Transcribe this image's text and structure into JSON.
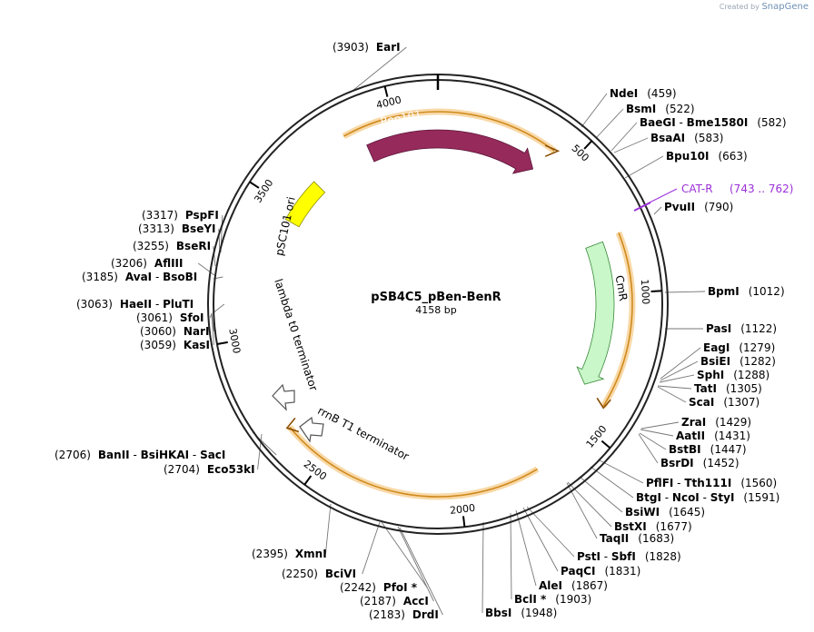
{
  "branding": {
    "created_by": "Created by",
    "product": "SnapGene"
  },
  "plasmid": {
    "name": "pSB4C5_pBen-BenR",
    "length": "4158 bp",
    "total_bp": 4158
  },
  "ticks": [
    {
      "bp": 500,
      "label": "500"
    },
    {
      "bp": 1000,
      "label": "1000"
    },
    {
      "bp": 1500,
      "label": "1500"
    },
    {
      "bp": 2000,
      "label": "2000"
    },
    {
      "bp": 2500,
      "label": "2500"
    },
    {
      "bp": 3000,
      "label": "3000"
    },
    {
      "bp": 3500,
      "label": "3500"
    },
    {
      "bp": 4000,
      "label": "4000"
    }
  ],
  "features": [
    {
      "name": "Rep101",
      "type": "cds",
      "start": 3880,
      "end": 405,
      "color": "#962a5b",
      "label_color": "#ffffff"
    },
    {
      "name": "CmR",
      "type": "cds",
      "start": 800,
      "end": 1370,
      "color": "#c9f7c9",
      "label_color": "#000000"
    },
    {
      "name": "pSC101 ori",
      "type": "ori",
      "start": 3455,
      "end": 3635,
      "color": "#ffff00",
      "label_color": "#000000"
    },
    {
      "name": "lambda t0 terminator",
      "type": "terminator",
      "bp": 2935,
      "label_color": "#000000"
    },
    {
      "name": "rrnB T1 terminator",
      "type": "terminator",
      "bp": 2760,
      "label_color": "#000000"
    }
  ],
  "primer": {
    "name": "CAT-R",
    "range": "(743 .. 762)",
    "start": 743,
    "end": 762,
    "color": "#9b30d9"
  },
  "enzymes": [
    {
      "names": [
        "EarI"
      ],
      "pos": "(3903)",
      "side": "left"
    },
    {
      "names": [
        "NdeI"
      ],
      "pos": "(459)",
      "side": "right"
    },
    {
      "names": [
        "BsmI"
      ],
      "pos": "(522)",
      "side": "right"
    },
    {
      "names": [
        "BaeGI",
        "Bme1580I"
      ],
      "pos": "(582)",
      "side": "right"
    },
    {
      "names": [
        "BsaAI"
      ],
      "pos": "(583)",
      "side": "right"
    },
    {
      "names": [
        "Bpu10I"
      ],
      "pos": "(663)",
      "side": "right"
    },
    {
      "names": [
        "PvuII"
      ],
      "pos": "(790)",
      "side": "right"
    },
    {
      "names": [
        "BpmI"
      ],
      "pos": "(1012)",
      "side": "right"
    },
    {
      "names": [
        "PasI"
      ],
      "pos": "(1122)",
      "side": "right"
    },
    {
      "names": [
        "EagI"
      ],
      "pos": "(1279)",
      "side": "right"
    },
    {
      "names": [
        "BsiEI"
      ],
      "pos": "(1282)",
      "side": "right"
    },
    {
      "names": [
        "SphI"
      ],
      "pos": "(1288)",
      "side": "right"
    },
    {
      "names": [
        "TatI"
      ],
      "pos": "(1305)",
      "side": "right"
    },
    {
      "names": [
        "ScaI"
      ],
      "pos": "(1307)",
      "side": "right"
    },
    {
      "names": [
        "ZraI"
      ],
      "pos": "(1429)",
      "side": "right"
    },
    {
      "names": [
        "AatII"
      ],
      "pos": "(1431)",
      "side": "right"
    },
    {
      "names": [
        "BstBI"
      ],
      "pos": "(1447)",
      "side": "right"
    },
    {
      "names": [
        "BsrDI"
      ],
      "pos": "(1452)",
      "side": "right"
    },
    {
      "names": [
        "PflFI",
        "Tth111I"
      ],
      "pos": "(1560)",
      "side": "right"
    },
    {
      "names": [
        "BtgI",
        "NcoI",
        "StyI"
      ],
      "pos": "(1591)",
      "side": "right"
    },
    {
      "names": [
        "BsiWI"
      ],
      "pos": "(1645)",
      "side": "right"
    },
    {
      "names": [
        "BstXI"
      ],
      "pos": "(1677)",
      "side": "right"
    },
    {
      "names": [
        "TaqII"
      ],
      "pos": "(1683)",
      "side": "right"
    },
    {
      "names": [
        "PstI",
        "SbfI"
      ],
      "pos": "(1828)",
      "side": "right"
    },
    {
      "names": [
        "PaqCI"
      ],
      "pos": "(1831)",
      "side": "right"
    },
    {
      "names": [
        "AleI"
      ],
      "pos": "(1867)",
      "side": "right"
    },
    {
      "names": [
        "BclI *"
      ],
      "pos": "(1903)",
      "side": "right"
    },
    {
      "names": [
        "BbsI"
      ],
      "pos": "(1948)",
      "side": "right"
    },
    {
      "names": [
        "DrdI"
      ],
      "pos": "(2183)",
      "side": "left"
    },
    {
      "names": [
        "AccI"
      ],
      "pos": "(2187)",
      "side": "left"
    },
    {
      "names": [
        "PfoI *"
      ],
      "pos": "(2242)",
      "side": "left"
    },
    {
      "names": [
        "BciVI"
      ],
      "pos": "(2250)",
      "side": "left"
    },
    {
      "names": [
        "XmnI"
      ],
      "pos": "(2395)",
      "side": "left"
    },
    {
      "names": [
        "Eco53kI"
      ],
      "pos": "(2704)",
      "side": "left"
    },
    {
      "names": [
        "BanII",
        "BsiHKAI",
        "SacI"
      ],
      "pos": "(2706)",
      "side": "left"
    },
    {
      "names": [
        "KasI"
      ],
      "pos": "(3059)",
      "side": "left"
    },
    {
      "names": [
        "NarI"
      ],
      "pos": "(3060)",
      "side": "left"
    },
    {
      "names": [
        "SfoI"
      ],
      "pos": "(3061)",
      "side": "left"
    },
    {
      "names": [
        "HaeII",
        "PluTI"
      ],
      "pos": "(3063)",
      "side": "left"
    },
    {
      "names": [
        "AvaI",
        "BsoBI"
      ],
      "pos": "(3185)",
      "side": "left"
    },
    {
      "names": [
        "AflIII"
      ],
      "pos": "(3206)",
      "side": "left"
    },
    {
      "names": [
        "BseRI"
      ],
      "pos": "(3255)",
      "side": "left"
    },
    {
      "names": [
        "BseYI"
      ],
      "pos": "(3313)",
      "side": "left"
    },
    {
      "names": [
        "PspFI"
      ],
      "pos": "(3317)",
      "side": "left"
    }
  ]
}
